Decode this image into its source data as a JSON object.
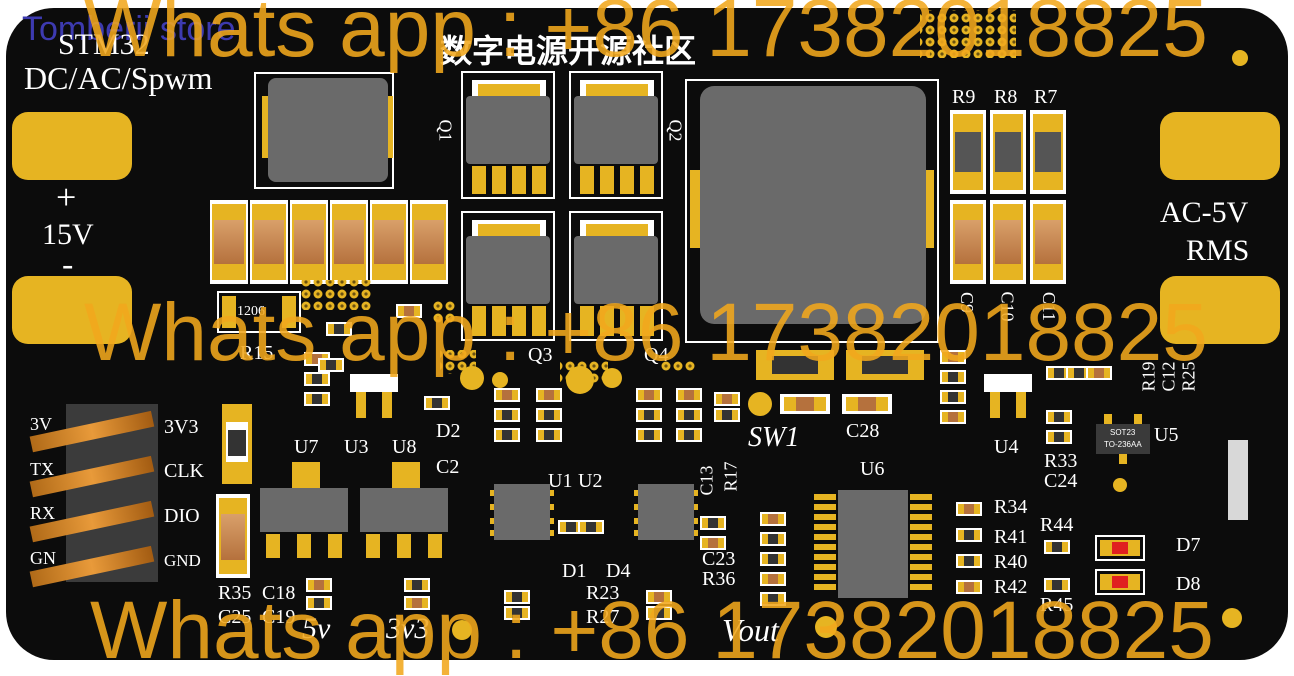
{
  "board": {
    "brand_text": "Tomberii store",
    "title_line1": "STM32",
    "title_line2": "DC/AC/Spwm",
    "cn_title": "数字电源开源社区",
    "input_plus": "+",
    "input_voltage": "15V",
    "input_minus": "-",
    "output_label_1": "AC-5V",
    "output_label_2": "RMS",
    "vout_label": "Vout",
    "rail_5v": "5v",
    "rail_3v3": "3v3",
    "sw_label": "SW1",
    "small_cap_label": "1206"
  },
  "header_pins": {
    "left": [
      "3V",
      "TX",
      "RX",
      "GN"
    ],
    "right": [
      "3V3",
      "CLK",
      "DIO",
      "GND"
    ]
  },
  "refdes": {
    "q1": "Q1",
    "q2": "Q2",
    "q3": "Q3",
    "q4": "Q4",
    "r9": "R9",
    "r8": "R8",
    "r7": "R7",
    "c9": "C9",
    "c10": "C10",
    "c11": "C11",
    "r15": "R15",
    "u7": "U7",
    "u3": "U3",
    "u8": "U8",
    "d2": "D2",
    "c2": "C2",
    "u1": "U1",
    "u2": "U2",
    "c13": "C13",
    "r17": "R17",
    "c23": "C23",
    "r36": "R36",
    "c28": "C28",
    "u6": "U6",
    "u4": "U4",
    "u5": "U5",
    "r19": "R19",
    "c12": "C12",
    "r25": "R25",
    "r33": "R33",
    "c24": "C24",
    "r34": "R34",
    "r41": "R41",
    "r40": "R40",
    "r42": "R42",
    "r44": "R44",
    "r45": "R45",
    "d7": "D7",
    "d8": "D8",
    "d1": "D1",
    "d4": "D4",
    "r23": "R23",
    "r27": "R27",
    "r35": "R35",
    "c18": "C18",
    "c25": "C25",
    "c19": "C19",
    "u5_chip_1": "SOT23",
    "u5_chip_2": "TO-236AA"
  },
  "watermark": {
    "line1": "Whats app : +86 17382018825",
    "line2": "Whats app : +86 17382018825",
    "line3": "Whats app : +86 17382018825"
  },
  "colors": {
    "pcb": "#0c0c0c",
    "pad_gold": "#e6b422",
    "silk": "#ffffff",
    "watermark": "#f2a81d"
  }
}
